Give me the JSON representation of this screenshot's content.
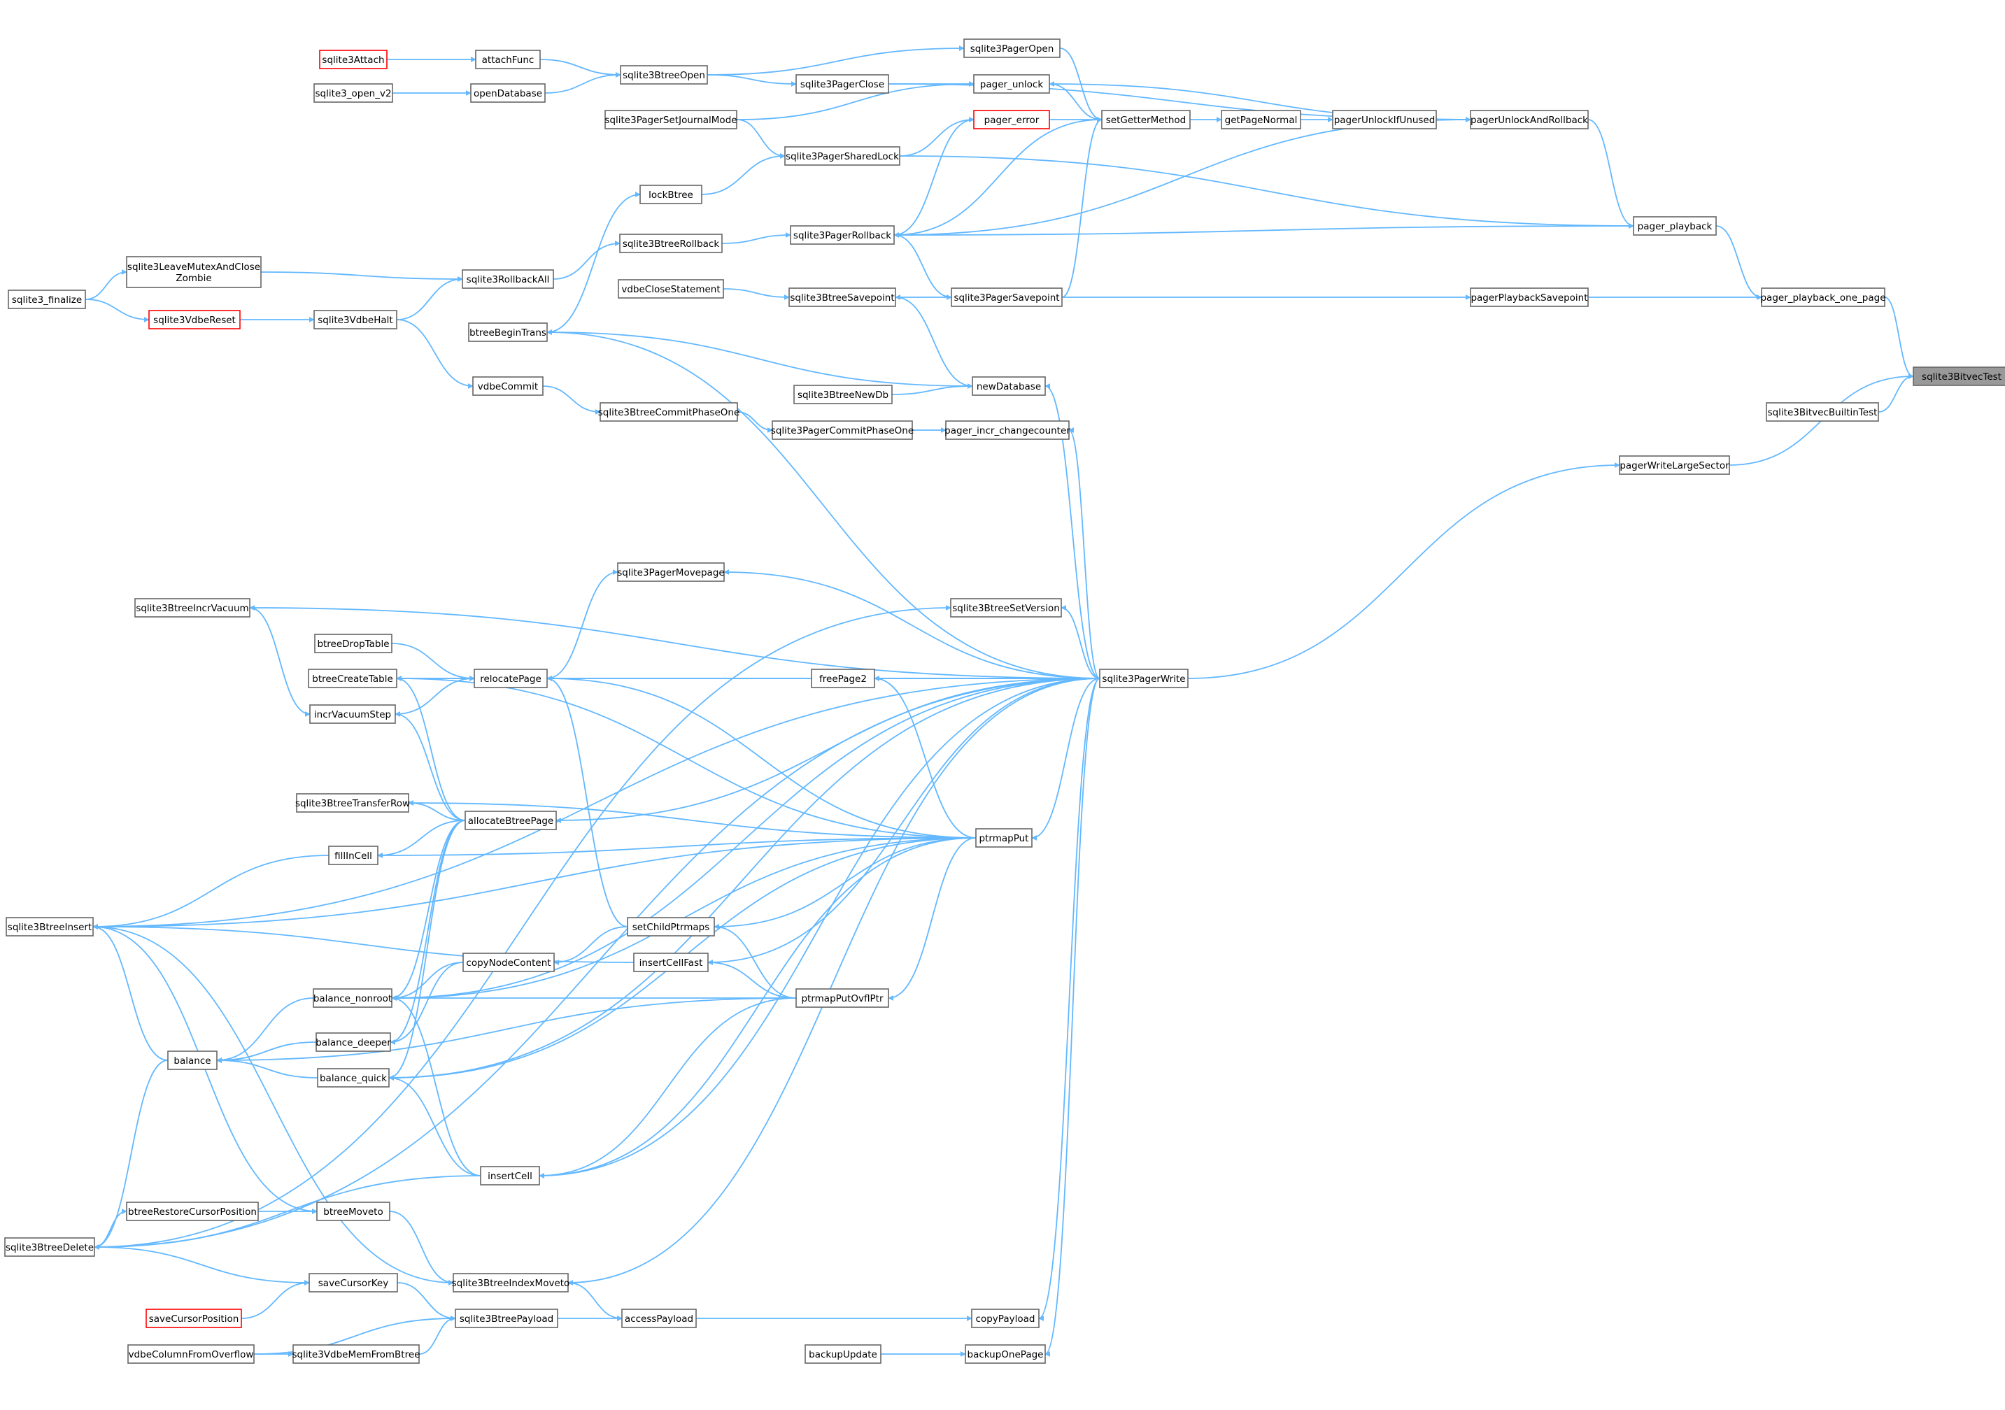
{
  "diagram": {
    "type": "call-graph",
    "nodes": [
      {
        "id": "sqlite3BitvecTest",
        "label": "sqlite3BitvecTest",
        "style": "root"
      },
      {
        "id": "sqlite3BitvecBuiltinTest",
        "label": "sqlite3BitvecBuiltinTest"
      },
      {
        "id": "pager_playback_one_page",
        "label": "pager_playback_one_page"
      },
      {
        "id": "pagerWriteLargeSector",
        "label": "pagerWriteLargeSector"
      },
      {
        "id": "pager_playback",
        "label": "pager_playback"
      },
      {
        "id": "pagerPlaybackSavepoint",
        "label": "pagerPlaybackSavepoint"
      },
      {
        "id": "pagerUnlockAndRollback",
        "label": "pagerUnlockAndRollback"
      },
      {
        "id": "pagerUnlockIfUnused",
        "label": "pagerUnlockIfUnused"
      },
      {
        "id": "getPageNormal",
        "label": "getPageNormal"
      },
      {
        "id": "setGetterMethod",
        "label": "setGetterMethod"
      },
      {
        "id": "sqlite3PagerOpen",
        "label": "sqlite3PagerOpen"
      },
      {
        "id": "pager_unlock",
        "label": "pager_unlock"
      },
      {
        "id": "pager_error",
        "label": "pager_error",
        "style": "red"
      },
      {
        "id": "sqlite3PagerSavepoint",
        "label": "sqlite3PagerSavepoint"
      },
      {
        "id": "sqlite3PagerClose",
        "label": "sqlite3PagerClose"
      },
      {
        "id": "sqlite3PagerSharedLock",
        "label": "sqlite3PagerSharedLock"
      },
      {
        "id": "sqlite3PagerRollback",
        "label": "sqlite3PagerRollback"
      },
      {
        "id": "sqlite3BtreeSavepoint",
        "label": "sqlite3BtreeSavepoint"
      },
      {
        "id": "sqlite3BtreeOpen",
        "label": "sqlite3BtreeOpen"
      },
      {
        "id": "attachFunc",
        "label": "attachFunc"
      },
      {
        "id": "sqlite3Attach",
        "label": "sqlite3Attach",
        "style": "red"
      },
      {
        "id": "openDatabase",
        "label": "openDatabase"
      },
      {
        "id": "sqlite3_open_v2",
        "label": "sqlite3_open_v2"
      },
      {
        "id": "sqlite3PagerSetJournalMode",
        "label": "sqlite3PagerSetJournalMode"
      },
      {
        "id": "lockBtree",
        "label": "lockBtree"
      },
      {
        "id": "sqlite3BtreeRollback",
        "label": "sqlite3BtreeRollback"
      },
      {
        "id": "sqlite3RollbackAll",
        "label": "sqlite3RollbackAll"
      },
      {
        "id": "sqlite3LeaveMutexAndCloseZombie",
        "label": "sqlite3LeaveMutexAndClose\nZombie"
      },
      {
        "id": "sqlite3_finalize",
        "label": "sqlite3_finalize"
      },
      {
        "id": "sqlite3VdbeReset",
        "label": "sqlite3VdbeReset",
        "style": "red"
      },
      {
        "id": "sqlite3VdbeHalt",
        "label": "sqlite3VdbeHalt"
      },
      {
        "id": "vdbeCloseStatement",
        "label": "vdbeCloseStatement"
      },
      {
        "id": "btreeBeginTrans",
        "label": "btreeBeginTrans"
      },
      {
        "id": "newDatabase",
        "label": "newDatabase"
      },
      {
        "id": "sqlite3BtreeNewDb",
        "label": "sqlite3BtreeNewDb"
      },
      {
        "id": "vdbeCommit",
        "label": "vdbeCommit"
      },
      {
        "id": "sqlite3BtreeCommitPhaseOne",
        "label": "sqlite3BtreeCommitPhaseOne"
      },
      {
        "id": "sqlite3PagerCommitPhaseOne",
        "label": "sqlite3PagerCommitPhaseOne"
      },
      {
        "id": "pager_incr_changecounter",
        "label": "pager_incr_changecounter"
      },
      {
        "id": "sqlite3PagerWrite",
        "label": "sqlite3PagerWrite"
      },
      {
        "id": "sqlite3PagerMovepage",
        "label": "sqlite3PagerMovepage"
      },
      {
        "id": "sqlite3BtreeSetVersion",
        "label": "sqlite3BtreeSetVersion"
      },
      {
        "id": "sqlite3BtreeIncrVacuum",
        "label": "sqlite3BtreeIncrVacuum"
      },
      {
        "id": "btreeDropTable",
        "label": "btreeDropTable"
      },
      {
        "id": "btreeCreateTable",
        "label": "btreeCreateTable"
      },
      {
        "id": "relocatePage",
        "label": "relocatePage"
      },
      {
        "id": "freePage2",
        "label": "freePage2"
      },
      {
        "id": "incrVacuumStep",
        "label": "incrVacuumStep"
      },
      {
        "id": "sqlite3BtreeTransferRow",
        "label": "sqlite3BtreeTransferRow"
      },
      {
        "id": "allocateBtreePage",
        "label": "allocateBtreePage"
      },
      {
        "id": "ptrmapPut",
        "label": "ptrmapPut"
      },
      {
        "id": "fillInCell",
        "label": "fillInCell"
      },
      {
        "id": "sqlite3BtreeInsert",
        "label": "sqlite3BtreeInsert"
      },
      {
        "id": "setChildPtrmaps",
        "label": "setChildPtrmaps"
      },
      {
        "id": "insertCellFast",
        "label": "insertCellFast"
      },
      {
        "id": "copyNodeContent",
        "label": "copyNodeContent"
      },
      {
        "id": "balance_nonroot",
        "label": "balance_nonroot"
      },
      {
        "id": "ptrmapPutOvflPtr",
        "label": "ptrmapPutOvflPtr"
      },
      {
        "id": "balance",
        "label": "balance"
      },
      {
        "id": "balance_deeper",
        "label": "balance_deeper"
      },
      {
        "id": "balance_quick",
        "label": "balance_quick"
      },
      {
        "id": "insertCell",
        "label": "insertCell"
      },
      {
        "id": "btreeRestoreCursorPosition",
        "label": "btreeRestoreCursorPosition"
      },
      {
        "id": "btreeMoveto",
        "label": "btreeMoveto"
      },
      {
        "id": "sqlite3BtreeDelete",
        "label": "sqlite3BtreeDelete"
      },
      {
        "id": "sqlite3BtreeIndexMoveto",
        "label": "sqlite3BtreeIndexMoveto"
      },
      {
        "id": "saveCursorKey",
        "label": "saveCursorKey"
      },
      {
        "id": "saveCursorPosition",
        "label": "saveCursorPosition",
        "style": "red"
      },
      {
        "id": "sqlite3BtreePayload",
        "label": "sqlite3BtreePayload"
      },
      {
        "id": "accessPayload",
        "label": "accessPayload"
      },
      {
        "id": "copyPayload",
        "label": "copyPayload"
      },
      {
        "id": "vdbeColumnFromOverflow",
        "label": "vdbeColumnFromOverflow"
      },
      {
        "id": "sqlite3VdbeMemFromBtree",
        "label": "sqlite3VdbeMemFromBtree"
      },
      {
        "id": "backupUpdate",
        "label": "backupUpdate"
      },
      {
        "id": "backupOnePage",
        "label": "backupOnePage"
      }
    ],
    "edges": [
      [
        "pager_playback_one_page",
        "sqlite3BitvecTest"
      ],
      [
        "sqlite3BitvecBuiltinTest",
        "sqlite3BitvecTest"
      ],
      [
        "pagerWriteLargeSector",
        "sqlite3BitvecTest"
      ],
      [
        "pager_playback",
        "pager_playback_one_page"
      ],
      [
        "pagerPlaybackSavepoint",
        "pager_playback_one_page"
      ],
      [
        "pagerUnlockAndRollback",
        "pager_playback"
      ],
      [
        "sqlite3PagerSharedLock",
        "pager_playback"
      ],
      [
        "sqlite3PagerSavepoint",
        "pagerPlaybackSavepoint"
      ],
      [
        "pagerUnlockIfUnused",
        "pagerUnlockAndRollback"
      ],
      [
        "sqlite3PagerClose",
        "pagerUnlockAndRollback"
      ],
      [
        "getPageNormal",
        "pagerUnlockIfUnused"
      ],
      [
        "setGetterMethod",
        "getPageNormal"
      ],
      [
        "sqlite3PagerOpen",
        "setGetterMethod"
      ],
      [
        "pager_unlock",
        "setGetterMethod"
      ],
      [
        "pager_error",
        "setGetterMethod"
      ],
      [
        "sqlite3PagerSavepoint",
        "setGetterMethod"
      ],
      [
        "sqlite3PagerRollback",
        "setGetterMethod"
      ],
      [
        "pagerUnlockAndRollback",
        "pager_unlock"
      ],
      [
        "sqlite3PagerClose",
        "pager_unlock"
      ],
      [
        "sqlite3PagerSetJournalMode",
        "pager_unlock"
      ],
      [
        "sqlite3PagerSharedLock",
        "pager_error"
      ],
      [
        "sqlite3PagerRollback",
        "pager_error"
      ],
      [
        "pagerUnlockAndRollback",
        "sqlite3PagerRollback"
      ],
      [
        "pager_playback",
        "sqlite3PagerRollback"
      ],
      [
        "sqlite3BtreeRollback",
        "sqlite3PagerRollback"
      ],
      [
        "sqlite3BtreeSavepoint",
        "sqlite3PagerSavepoint"
      ],
      [
        "sqlite3PagerRollback",
        "sqlite3PagerSavepoint"
      ],
      [
        "sqlite3BtreeOpen",
        "sqlite3PagerOpen"
      ],
      [
        "sqlite3BtreeOpen",
        "sqlite3PagerClose"
      ],
      [
        "attachFunc",
        "sqlite3BtreeOpen"
      ],
      [
        "openDatabase",
        "sqlite3BtreeOpen"
      ],
      [
        "sqlite3Attach",
        "attachFunc"
      ],
      [
        "sqlite3_open_v2",
        "openDatabase"
      ],
      [
        "sqlite3PagerSetJournalMode",
        "sqlite3PagerSharedLock"
      ],
      [
        "lockBtree",
        "sqlite3PagerSharedLock"
      ],
      [
        "btreeBeginTrans",
        "lockBtree"
      ],
      [
        "sqlite3RollbackAll",
        "sqlite3BtreeRollback"
      ],
      [
        "sqlite3LeaveMutexAndCloseZombie",
        "sqlite3RollbackAll"
      ],
      [
        "sqlite3VdbeHalt",
        "sqlite3RollbackAll"
      ],
      [
        "sqlite3_finalize",
        "sqlite3LeaveMutexAndCloseZombie"
      ],
      [
        "sqlite3_finalize",
        "sqlite3VdbeReset"
      ],
      [
        "sqlite3VdbeReset",
        "sqlite3VdbeHalt"
      ],
      [
        "vdbeCloseStatement",
        "sqlite3BtreeSavepoint"
      ],
      [
        "newDatabase",
        "sqlite3BtreeSavepoint"
      ],
      [
        "newDatabase",
        "btreeBeginTrans"
      ],
      [
        "sqlite3BtreeNewDb",
        "newDatabase"
      ],
      [
        "sqlite3VdbeHalt",
        "vdbeCommit"
      ],
      [
        "vdbeCommit",
        "sqlite3BtreeCommitPhaseOne"
      ],
      [
        "sqlite3BtreeCommitPhaseOne",
        "sqlite3PagerCommitPhaseOne"
      ],
      [
        "sqlite3PagerCommitPhaseOne",
        "pager_incr_changecounter"
      ],
      [
        "sqlite3PagerWrite",
        "pagerWriteLargeSector"
      ],
      [
        "sqlite3PagerWrite",
        "btreeBeginTrans"
      ],
      [
        "sqlite3PagerWrite",
        "newDatabase"
      ],
      [
        "sqlite3PagerWrite",
        "pager_incr_changecounter"
      ],
      [
        "sqlite3PagerWrite",
        "sqlite3BtreeInsert"
      ],
      [
        "sqlite3PagerWrite",
        "sqlite3BtreeIncrVacuum"
      ],
      [
        "sqlite3PagerWrite",
        "sqlite3PagerMovepage"
      ],
      [
        "sqlite3PagerWrite",
        "btreeCreateTable"
      ],
      [
        "sqlite3PagerWrite",
        "sqlite3BtreeSetVersion"
      ],
      [
        "sqlite3PagerWrite",
        "relocatePage"
      ],
      [
        "sqlite3PagerWrite",
        "freePage2"
      ],
      [
        "sqlite3PagerWrite",
        "allocateBtreePage"
      ],
      [
        "sqlite3PagerWrite",
        "ptrmapPut"
      ],
      [
        "sqlite3PagerWrite",
        "insertCellFast"
      ],
      [
        "sqlite3PagerWrite",
        "balance_nonroot"
      ],
      [
        "sqlite3PagerWrite",
        "balance_quick"
      ],
      [
        "sqlite3PagerWrite",
        "insertCell"
      ],
      [
        "sqlite3PagerWrite",
        "sqlite3BtreeDelete"
      ],
      [
        "sqlite3PagerWrite",
        "sqlite3BtreeIndexMoveto"
      ],
      [
        "sqlite3PagerWrite",
        "copyPayload"
      ],
      [
        "sqlite3PagerWrite",
        "backupOnePage"
      ],
      [
        "relocatePage",
        "sqlite3PagerMovepage"
      ],
      [
        "btreeDropTable",
        "relocatePage"
      ],
      [
        "btreeCreateTable",
        "relocatePage"
      ],
      [
        "incrVacuumStep",
        "relocatePage"
      ],
      [
        "sqlite3BtreeIncrVacuum",
        "incrVacuumStep"
      ],
      [
        "ptrmapPut",
        "freePage2"
      ],
      [
        "ptrmapPut",
        "relocatePage"
      ],
      [
        "ptrmapPut",
        "btreeCreateTable"
      ],
      [
        "ptrmapPut",
        "sqlite3BtreeInsert"
      ],
      [
        "ptrmapPut",
        "sqlite3BtreeTransferRow"
      ],
      [
        "ptrmapPut",
        "fillInCell"
      ],
      [
        "ptrmapPut",
        "balance_nonroot"
      ],
      [
        "ptrmapPut",
        "setChildPtrmaps"
      ],
      [
        "ptrmapPut",
        "ptrmapPutOvflPtr"
      ],
      [
        "ptrmapPut",
        "balance_quick"
      ],
      [
        "ptrmapPut",
        "insertCell"
      ],
      [
        "allocateBtreePage",
        "btreeCreateTable"
      ],
      [
        "allocateBtreePage",
        "incrVacuumStep"
      ],
      [
        "allocateBtreePage",
        "sqlite3BtreeTransferRow"
      ],
      [
        "allocateBtreePage",
        "fillInCell"
      ],
      [
        "allocateBtreePage",
        "balance_nonroot"
      ],
      [
        "allocateBtreePage",
        "balance_deeper"
      ],
      [
        "allocateBtreePage",
        "balance_quick"
      ],
      [
        "fillInCell",
        "sqlite3BtreeInsert"
      ],
      [
        "setChildPtrmaps",
        "relocatePage"
      ],
      [
        "setChildPtrmaps",
        "copyNodeContent"
      ],
      [
        "ptrmapPutOvflPtr",
        "setChildPtrmaps"
      ],
      [
        "ptrmapPutOvflPtr",
        "insertCellFast"
      ],
      [
        "ptrmapPutOvflPtr",
        "balance_nonroot"
      ],
      [
        "ptrmapPutOvflPtr",
        "balance"
      ],
      [
        "ptrmapPutOvflPtr",
        "insertCell"
      ],
      [
        "insertCellFast",
        "sqlite3BtreeInsert"
      ],
      [
        "copyNodeContent",
        "balance_nonroot"
      ],
      [
        "copyNodeContent",
        "balance_deeper"
      ],
      [
        "balance_nonroot",
        "balance"
      ],
      [
        "balance_deeper",
        "balance"
      ],
      [
        "balance_quick",
        "balance"
      ],
      [
        "balance",
        "sqlite3BtreeInsert"
      ],
      [
        "balance",
        "sqlite3BtreeDelete"
      ],
      [
        "insertCell",
        "balance_nonroot"
      ],
      [
        "insertCell",
        "balance_quick"
      ],
      [
        "insertCell",
        "sqlite3BtreeDelete"
      ],
      [
        "btreeRestoreCursorPosition",
        "btreeMoveto"
      ],
      [
        "sqlite3BtreeDelete",
        "btreeRestoreCursorPosition"
      ],
      [
        "btreeMoveto",
        "sqlite3BtreeIndexMoveto"
      ],
      [
        "sqlite3BtreeInsert",
        "btreeMoveto"
      ],
      [
        "sqlite3BtreeInsert",
        "sqlite3BtreeIndexMoveto"
      ],
      [
        "sqlite3BtreeDelete",
        "saveCursorKey"
      ],
      [
        "saveCursorPosition",
        "saveCursorKey"
      ],
      [
        "saveCursorKey",
        "sqlite3BtreePayload"
      ],
      [
        "sqlite3BtreeIndexMoveto",
        "accessPayload"
      ],
      [
        "sqlite3BtreePayload",
        "accessPayload"
      ],
      [
        "accessPayload",
        "copyPayload"
      ],
      [
        "vdbeColumnFromOverflow",
        "sqlite3VdbeMemFromBtree"
      ],
      [
        "vdbeColumnFromOverflow",
        "sqlite3BtreePayload"
      ],
      [
        "sqlite3VdbeMemFromBtree",
        "sqlite3BtreePayload"
      ],
      [
        "backupUpdate",
        "backupOnePage"
      ],
      [
        "sqlite3BtreeDelete",
        "sqlite3BtreeSetVersion"
      ]
    ]
  }
}
